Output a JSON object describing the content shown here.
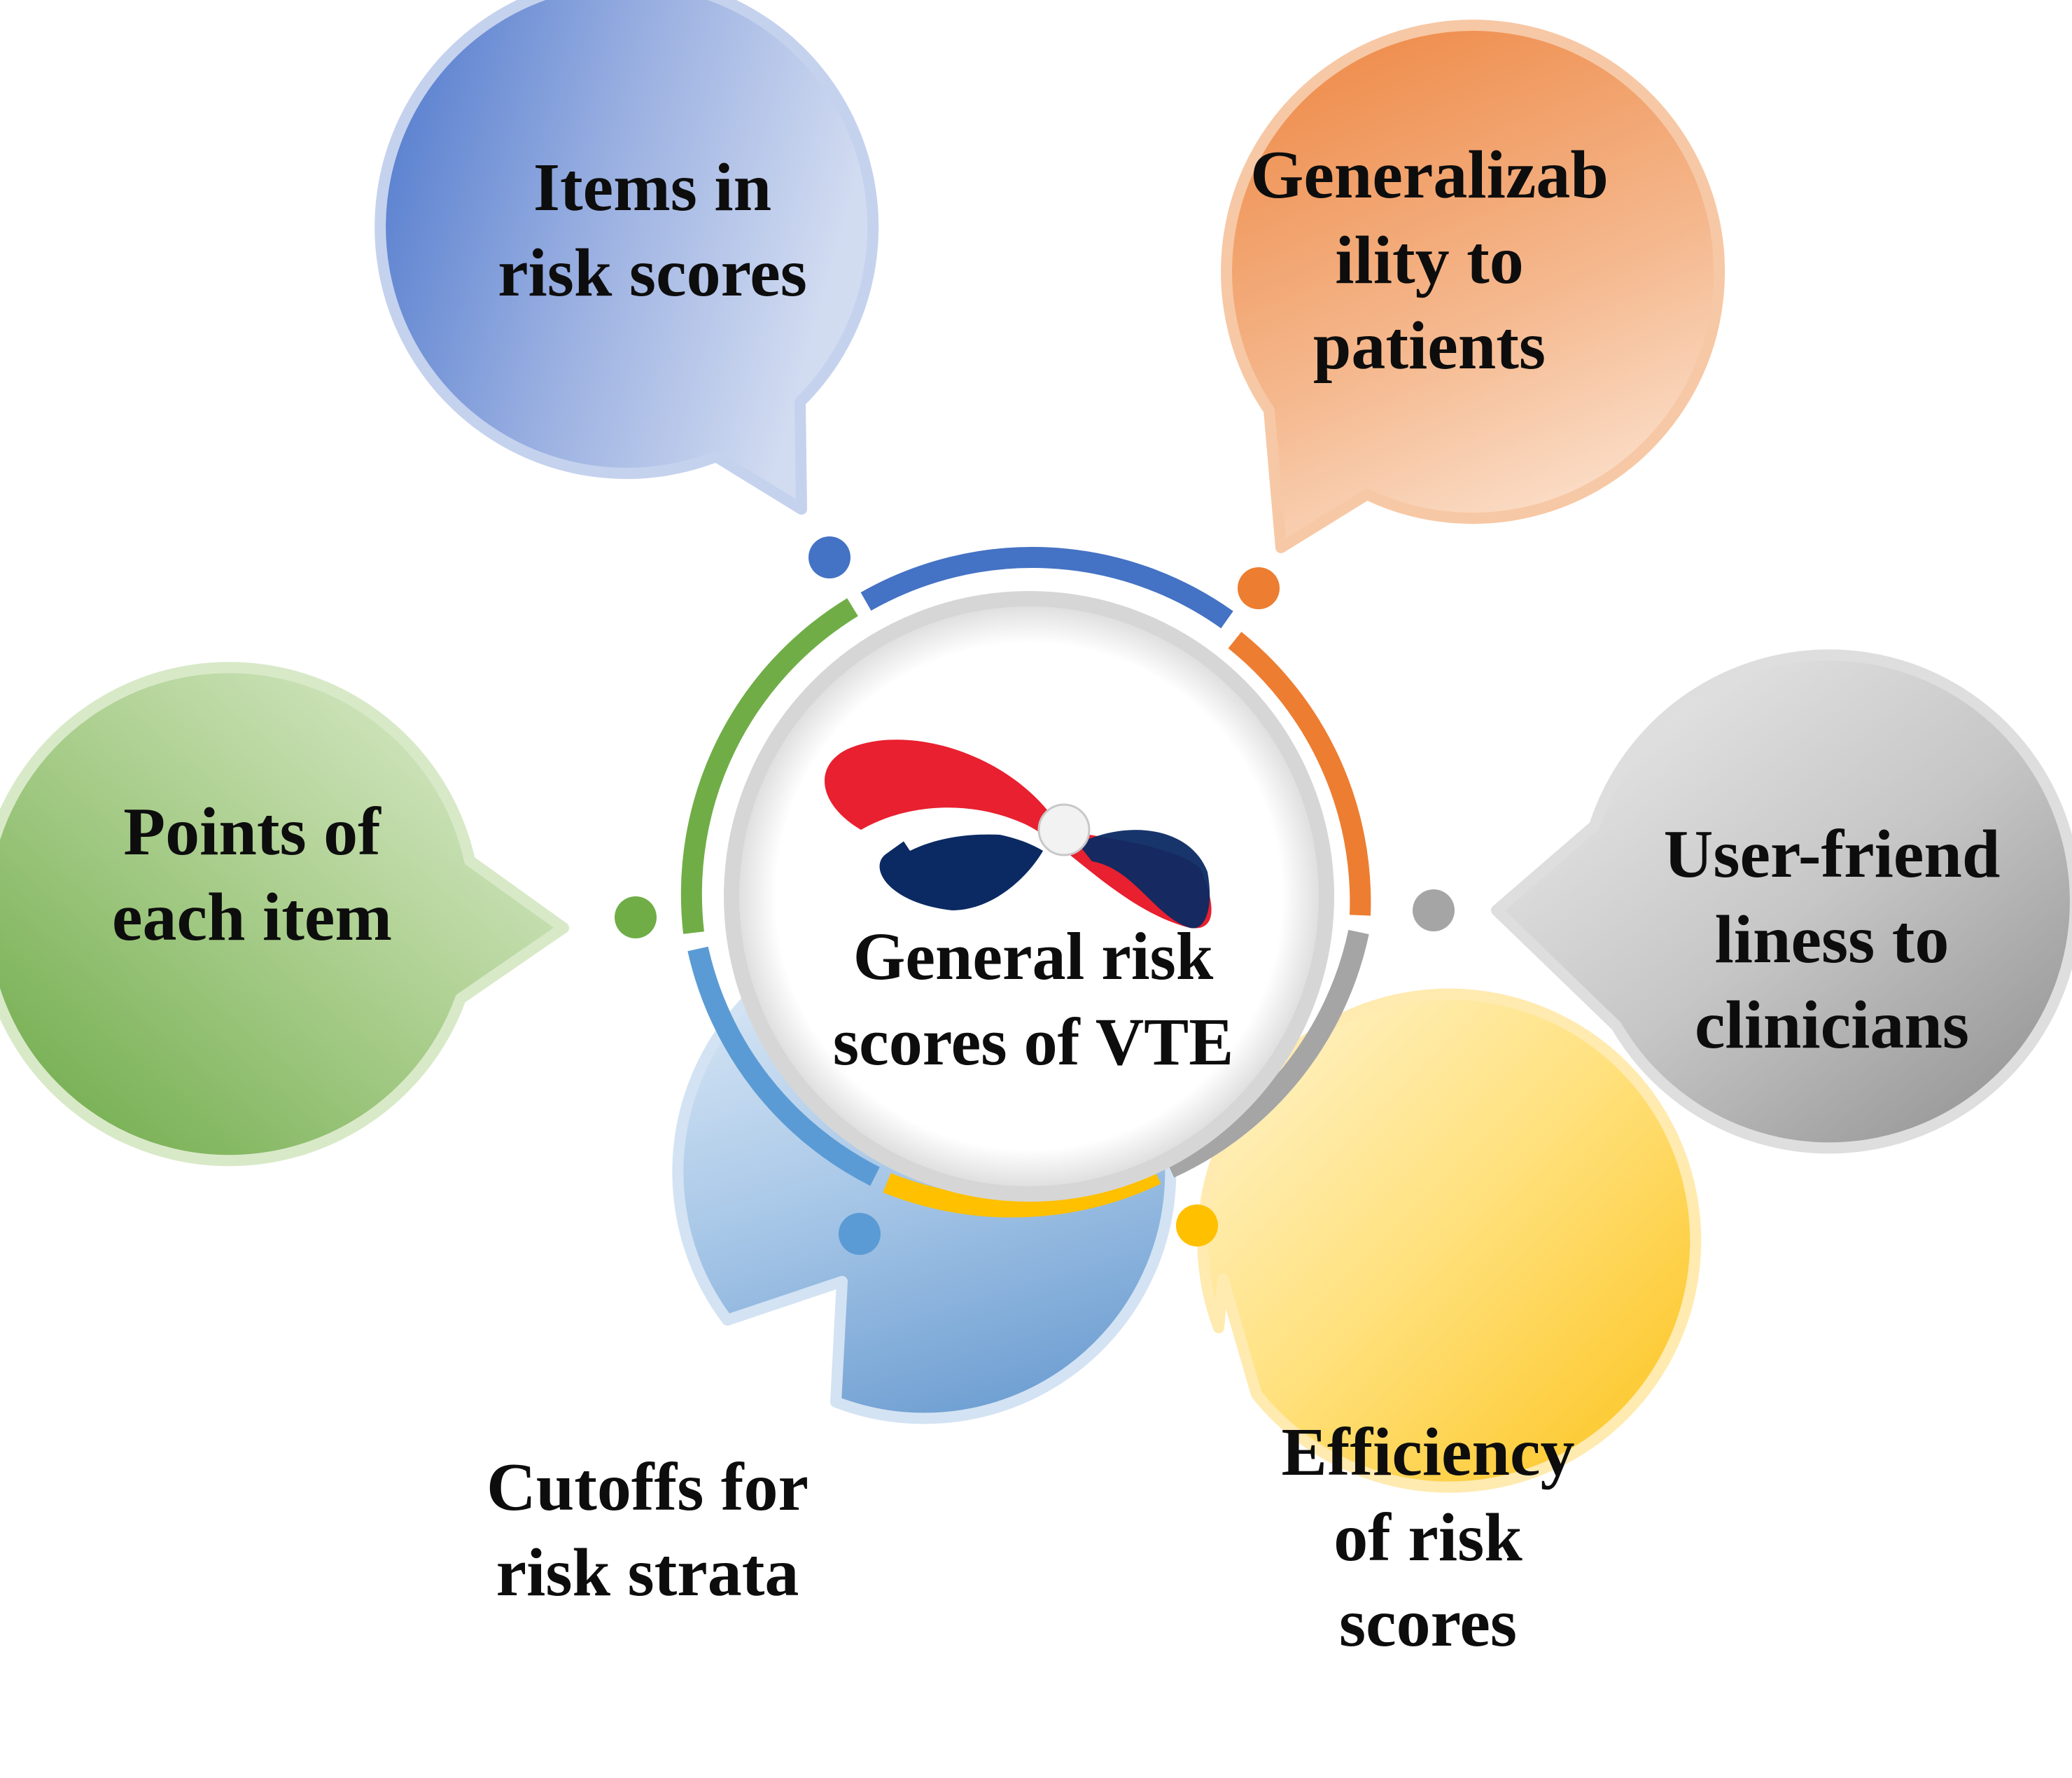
{
  "center": {
    "lines": [
      "General risk",
      "scores of VTE"
    ]
  },
  "bubbles": [
    {
      "id": "items-in-risk-scores",
      "lines": [
        "Items in",
        "risk scores"
      ],
      "color": "#4472c4"
    },
    {
      "id": "generalizability-to-patients",
      "lines": [
        "Generalizab",
        "ility to",
        "patients"
      ],
      "color": "#ed7d31"
    },
    {
      "id": "user-friendliness-to-clinicians",
      "lines": [
        "User-friend",
        "liness to",
        "clinicians"
      ],
      "color": "#a5a5a5"
    },
    {
      "id": "efficiency-of-risk-scores",
      "lines": [
        "Efficiency",
        "of risk",
        "scores"
      ],
      "color": "#ffc000"
    },
    {
      "id": "cutoffs-for-risk-strata",
      "lines": [
        "Cutoffs for",
        "risk strata"
      ],
      "color": "#5b9bd5"
    },
    {
      "id": "points-of-each-item",
      "lines": [
        "Points of",
        "each item"
      ],
      "color": "#70ad47"
    }
  ],
  "logo": {
    "colors": [
      "#e8202f",
      "#0b2a63",
      "#ffffff"
    ]
  }
}
